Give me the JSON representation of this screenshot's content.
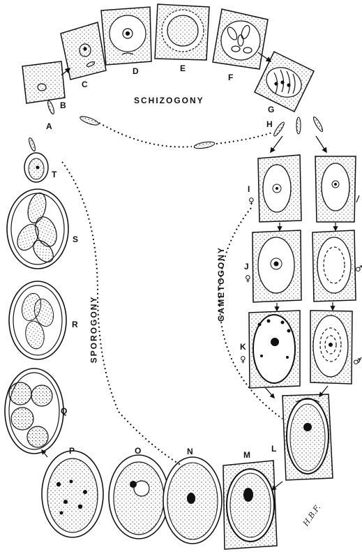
{
  "phases": {
    "schizogony": "SCHIZOGONY",
    "gametogony": "GAMETOGONY",
    "sporogony": "SPOROGONY"
  },
  "stage_letters": {
    "a": "A",
    "b": "B",
    "c": "C",
    "d": "D",
    "e": "E",
    "f": "F",
    "g": "G",
    "h": "H",
    "i": "I",
    "j": "J",
    "k": "K",
    "l": "L",
    "m": "M",
    "n": "N",
    "o": "O",
    "p": "P",
    "q": "Q",
    "r": "R",
    "s": "S",
    "t": "T"
  },
  "sex_symbols": {
    "female": "♀",
    "male": "♂"
  },
  "signature": "H.B.F.",
  "colors": {
    "ink": "#111111",
    "stipple": "#444444",
    "paper": "#ffffff"
  }
}
